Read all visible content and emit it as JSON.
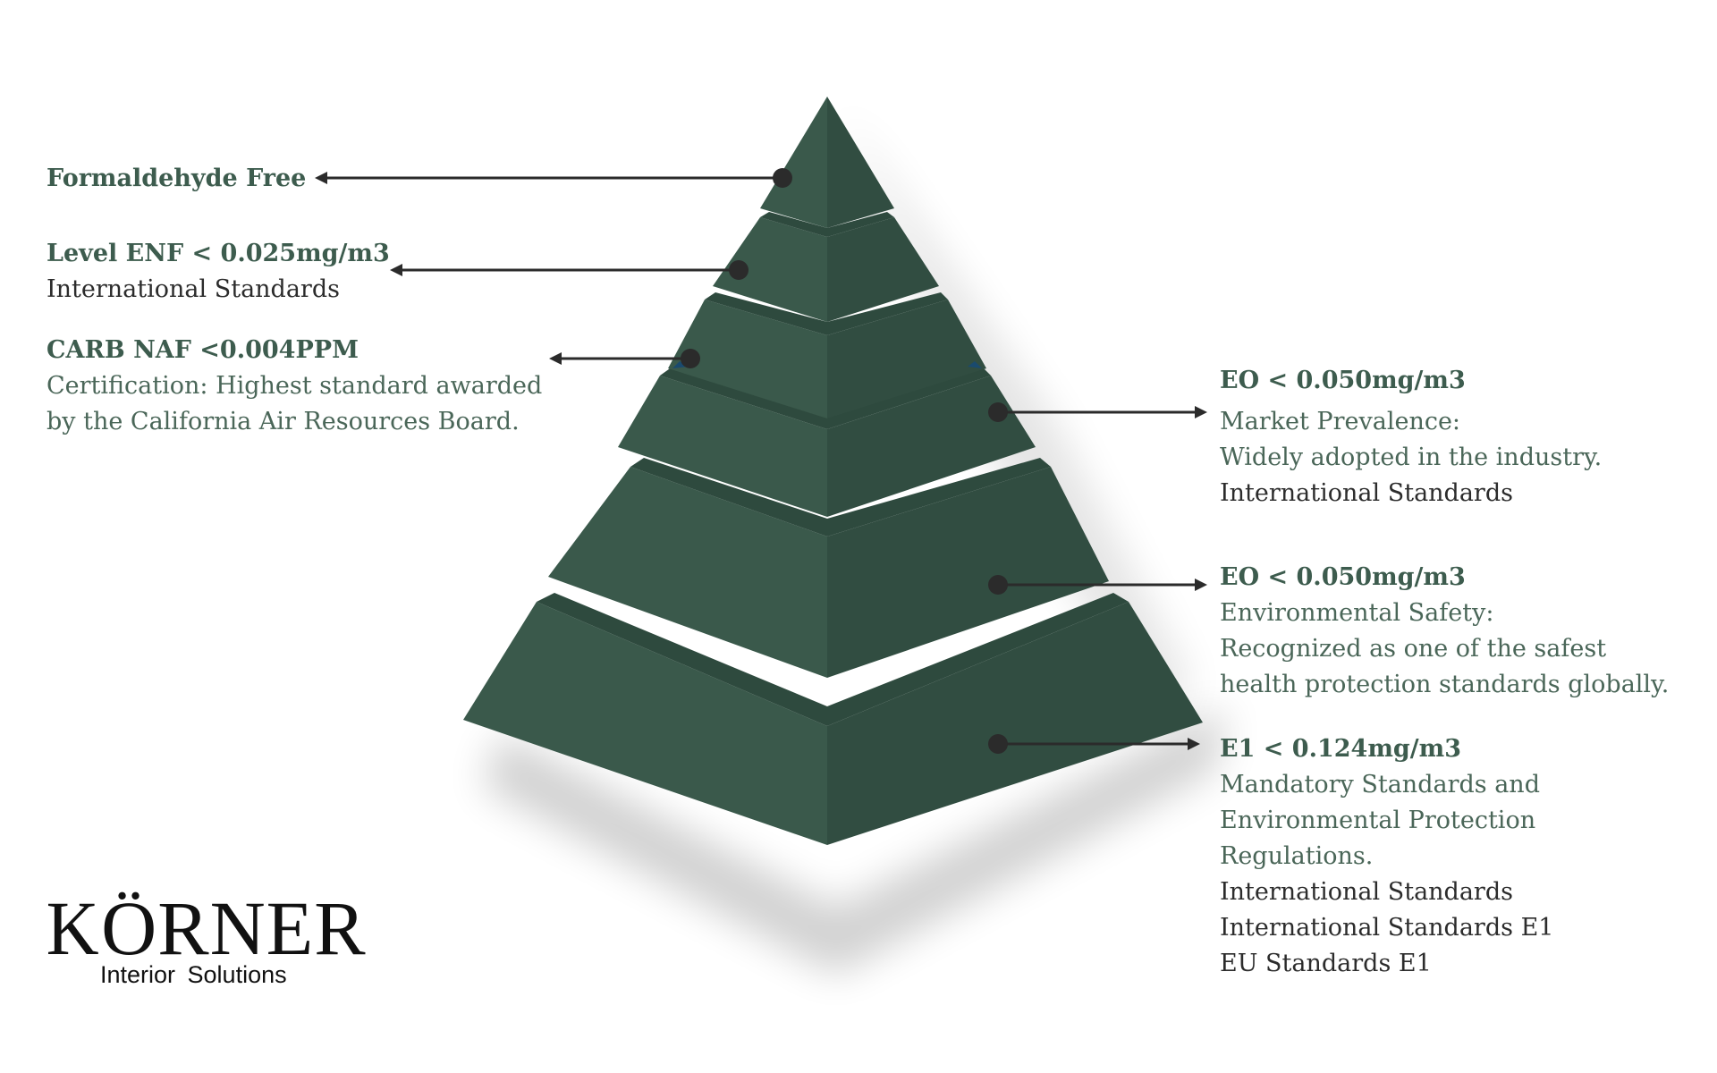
{
  "colors": {
    "face_left": "#3a594b",
    "face_right": "#314d41",
    "band": "#2e4a3e",
    "connector": "#2b2b2b",
    "heading_text": "#3d5c4e",
    "description_text": "#4a6658",
    "standard_text": "#2c2c2c"
  },
  "pyramid": {
    "tiers": [
      {
        "level": 1,
        "position": "top"
      },
      {
        "level": 2
      },
      {
        "level": 3
      },
      {
        "level": 4
      },
      {
        "level": 5
      },
      {
        "level": 6,
        "position": "base"
      }
    ]
  },
  "left_labels": [
    {
      "heading": "Formaldehyde Free",
      "lines": []
    },
    {
      "heading": "Level ENF < 0.025mg/m3",
      "lines": [
        {
          "text": "International Standards",
          "style": "std"
        }
      ]
    },
    {
      "heading": "CARB NAF <0.004PPM",
      "lines": [
        {
          "text": "Certification: Highest standard awarded",
          "style": "desc"
        },
        {
          "text": "by the California Air Resources Board.",
          "style": "desc"
        }
      ]
    }
  ],
  "right_labels": [
    {
      "heading": "EO < 0.050mg/m3",
      "lines": [
        {
          "text": "Market Prevalence:",
          "style": "desc"
        },
        {
          "text": "Widely adopted in the industry.",
          "style": "desc"
        },
        {
          "text": "International Standards",
          "style": "std"
        }
      ]
    },
    {
      "heading": "EO < 0.050mg/m3",
      "lines": [
        {
          "text": "Environmental Safety:",
          "style": "desc"
        },
        {
          "text": "Recognized as one of the safest",
          "style": "desc"
        },
        {
          "text": "health protection standards globally.",
          "style": "desc"
        }
      ]
    },
    {
      "heading": "E1 < 0.124mg/m3",
      "lines": [
        {
          "text": "Mandatory Standards and",
          "style": "desc"
        },
        {
          "text": "Environmental Protection",
          "style": "desc"
        },
        {
          "text": "Regulations.",
          "style": "desc"
        },
        {
          "text": "International Standards",
          "style": "std"
        },
        {
          "text": "International Standards E1",
          "style": "std"
        },
        {
          "text": "EU Standards E1",
          "style": "std"
        }
      ]
    }
  ],
  "logo": {
    "brand": "KÖRNER",
    "brand_k": "K",
    "brand_rest": "ÖRNER",
    "tagline": "Interior Solutions"
  }
}
